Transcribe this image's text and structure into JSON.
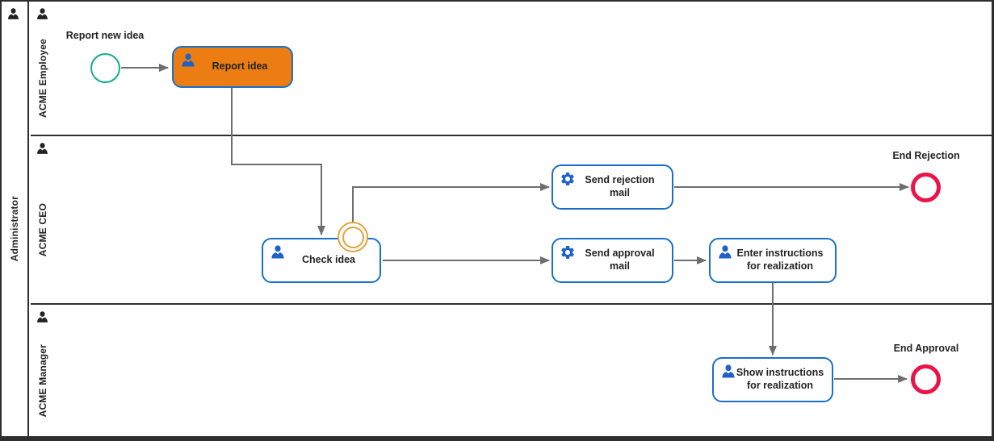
{
  "pool": {
    "label": "Administrator"
  },
  "lanes": [
    {
      "label": "ACME Employee"
    },
    {
      "label": "ACME CEO"
    },
    {
      "label": "ACME Manager"
    }
  ],
  "nodes": {
    "start_event": {
      "label": "Report new idea",
      "type": "start-event"
    },
    "task_report_idea": {
      "label": "Report idea",
      "type": "user-task",
      "highlighted": true
    },
    "task_check_idea": {
      "label": "Check idea",
      "type": "user-task"
    },
    "boundary_event": {
      "type": "boundary-event"
    },
    "task_send_rejection": {
      "label": "Send rejection mail",
      "type": "service-task"
    },
    "task_send_approval": {
      "label": "Send approval mail",
      "type": "service-task"
    },
    "task_enter_instructions": {
      "label": "Enter instructions for realization",
      "type": "user-task"
    },
    "task_show_instructions": {
      "label": "Show instructions for realization",
      "type": "user-task"
    },
    "end_rejection": {
      "label": "End Rejection",
      "type": "end-event"
    },
    "end_approval": {
      "label": "End Approval",
      "type": "end-event"
    }
  },
  "icons": {
    "pool_header": "person-icon",
    "lane_header": "person-icon",
    "user_task": "person-icon",
    "service_task": "gear-icon"
  },
  "colors": {
    "task_border": "#1a6fc9",
    "highlighted_task_fill": "#eb7d13",
    "start_event_stroke": "#0fae8e",
    "end_event_stroke": "#eb1448",
    "boundary_event_stroke": "#e2a33d",
    "connector": "#6e6e6e",
    "frame": "#2e2e2e",
    "task_icon_blue": "#1e62c9",
    "text": "#232323"
  }
}
